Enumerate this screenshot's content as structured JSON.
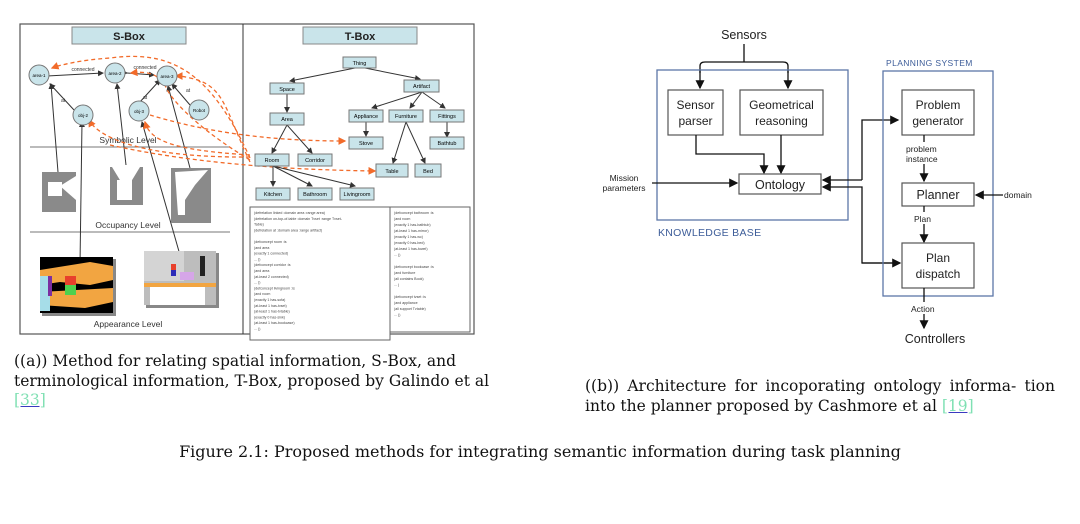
{
  "subfigure_a": {
    "sbox": {
      "title": "S-Box",
      "nodes": [
        "area-1",
        "area-2",
        "area-3",
        "obj-2",
        "obj-3",
        "Robot"
      ],
      "edge_labels": {
        "connected_1": "connected",
        "connected_2": "connected",
        "at_1": "at",
        "at_2": "at",
        "at_3": "at"
      },
      "levels": [
        "Symbolic Level",
        "Occupancy Level",
        "Appearance Level"
      ]
    },
    "tbox": {
      "title": "T-Box",
      "nodes": {
        "thing": "Thing",
        "space": "Space",
        "artifact": "Artifact",
        "area": "Area",
        "appliance": "Appliance",
        "furniture": "Furniture",
        "fittings": "Fittings",
        "stove": "Stove",
        "bathtub": "Bathtub",
        "room": "Room",
        "corridor": "Corridor",
        "table": "Table",
        "bed": "Bed",
        "kitchen": "Kitchen",
        "bathroom": "Bathroom",
        "livingroom": "Livingroom"
      },
      "definitions_left": [
        "(defrelation linked :domain area :range area)",
        "(defrelation on-top-of-table :domain Tvset :range Tvset-",
        "Table)",
        "(defrelation at :domain area :range artifact)",
        "",
        "(defconcept room :is",
        "  (and area",
        "    (exactly 1 connected)",
        "    ... ))",
        "(defconcept corridor :is",
        "  (and area",
        "    (at-least 2 connected)",
        "    ... ))",
        "(defconcept livingroom :is",
        "  (and room",
        "    (exactly 1 has-sofa)",
        "    (at-least 1 has-tvset)",
        "    (at-least 1 has-tvtable)",
        "    (exactly 0 has-sink)",
        "    (at-least 1 has-bookcase)",
        "    ... ))"
      ],
      "definitions_right": [
        "(defconcept bathroom :is",
        "  (and room",
        "    (exactly 1 has-bathtub)",
        "    (at-least 1 has-mirror)",
        "    (exactly 1 has-wc)",
        "    (exactly 0 has-bed)",
        "    (at-least 1 has-towel)",
        "    ... ))",
        "",
        "(defconcept bookcase :is",
        "  (and furniture",
        "    (all contains Book)",
        "  ... )",
        "",
        "(defconcept tvset :is",
        "  (and appliance",
        "    (all support Tvtable)",
        "    ... ))"
      ]
    },
    "caption": {
      "text": "((a)) Method for relating spatial information, S-Box, and terminological information, T-Box, proposed by Galindo et al ",
      "ref": "[33]"
    }
  },
  "subfigure_b": {
    "sensors": "Sensors",
    "knowledge_base": {
      "label": "KNOWLEDGE BASE",
      "sensor_parser": [
        "Sensor",
        "parser"
      ],
      "geometrical_reasoning": [
        "Geometrical",
        "reasoning"
      ],
      "ontology": "Ontology"
    },
    "mission_parameters": [
      "Mission",
      "parameters"
    ],
    "planning_system": {
      "label": "PLANNING SYSTEM",
      "problem_generator": [
        "Problem",
        "generator"
      ],
      "problem_instance": [
        "problem",
        "instance"
      ],
      "planner": "Planner",
      "domain": "domain",
      "plan": "Plan",
      "plan_dispatch": [
        "Plan",
        "dispatch"
      ]
    },
    "action": "Action",
    "controllers": "Controllers",
    "caption": {
      "text": "((b)) Architecture for incoporating ontology informa- tion into the planner proposed by Cashmore et al ",
      "ref": "[19]"
    }
  },
  "figure_caption": "Figure 2.1: Proposed methods for integrating semantic information during task planning",
  "colors": {
    "node_fill": "#c9e4ea",
    "dashed_arrow": "#f26b2a",
    "kb_border": "#5c77a8",
    "kb_label": "#3d5d99",
    "ref_text": "#7fe0b3",
    "ref_underline": "#3a3ac0"
  }
}
